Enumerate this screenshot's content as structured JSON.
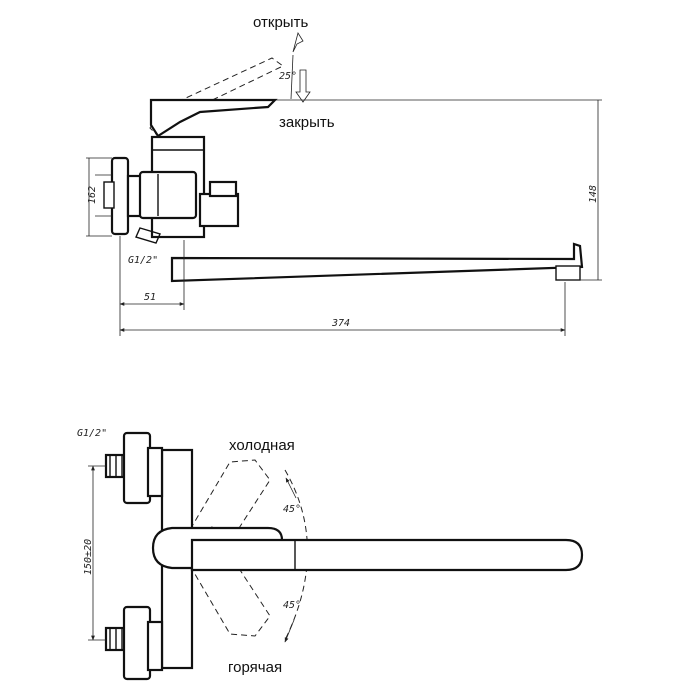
{
  "side_view": {
    "label_open": "открыть",
    "label_close": "закрыть",
    "angle": "25°",
    "dim_height": "162",
    "dim_thread": "G1/2\"",
    "dim_offset": "51",
    "dim_length": "374",
    "dim_total_height": "148"
  },
  "top_view": {
    "label_cold": "холодная",
    "label_hot": "горячая",
    "dim_thread": "G1/2\"",
    "dim_spacing": "150±20",
    "angle_upper": "45°",
    "angle_lower": "45°"
  }
}
